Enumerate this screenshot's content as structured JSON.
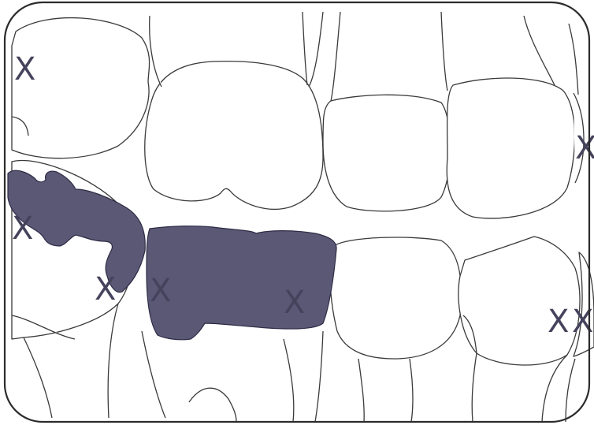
{
  "chart": {
    "marks": [
      {
        "id": "upper-left",
        "text": "X"
      },
      {
        "id": "upper-right-edge",
        "text": "X"
      },
      {
        "id": "lower-left-1",
        "text": "X"
      },
      {
        "id": "lower-left-2",
        "text": "X"
      },
      {
        "id": "lower-crown-left",
        "text": "X"
      },
      {
        "id": "lower-crown-right",
        "text": "X"
      },
      {
        "id": "lower-right-1",
        "text": "X"
      },
      {
        "id": "lower-right-2",
        "text": "X"
      }
    ]
  },
  "colors": {
    "restoration_fill": "#5a5874",
    "outline": "#3a3a3a",
    "mark": "#45435c",
    "frame": "#2b2b2b"
  }
}
